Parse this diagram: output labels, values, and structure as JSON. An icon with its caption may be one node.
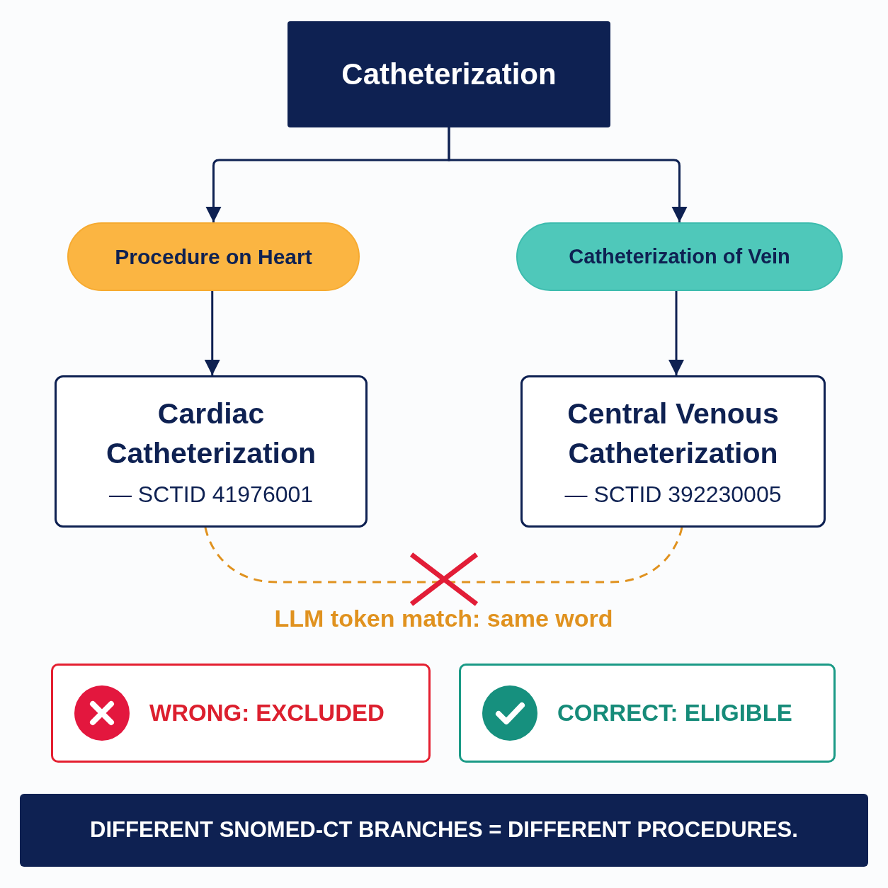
{
  "diagram": {
    "nodes": [
      {
        "text": [
          "Catheterization"
        ]
      },
      {
        "text": [
          "Procedure on Heart"
        ]
      },
      {
        "text": [
          "Catheterization of Vein"
        ]
      },
      {
        "text": [
          "Cardiac Catheterization",
          "— SCTID 41976001"
        ]
      },
      {
        "text": [
          "Central Venous Catheterization",
          "— SCTID 392230005"
        ]
      },
      {
        "text": [
          "WRONG: EXCLUDED"
        ]
      },
      {
        "text": [
          "CORRECT: ELIGIBLE"
        ]
      },
      {
        "text": [
          "DIFFERENT SNOMED-CT BRANCHES = DIFFERENT PROCEDURES."
        ]
      }
    ],
    "edges": [
      {
        "from": 0,
        "to": 1,
        "arrow": "to"
      },
      {
        "from": 0,
        "to": 2,
        "arrow": "to"
      },
      {
        "from": 1,
        "to": 3,
        "arrow": "to"
      },
      {
        "from": 2,
        "to": 4,
        "arrow": "to"
      },
      {
        "from": 3,
        "to": 4,
        "arrow": "none",
        "label": "LLM token match: same word",
        "style": "dashed",
        "color": "#e0921f"
      }
    ]
  }
}
